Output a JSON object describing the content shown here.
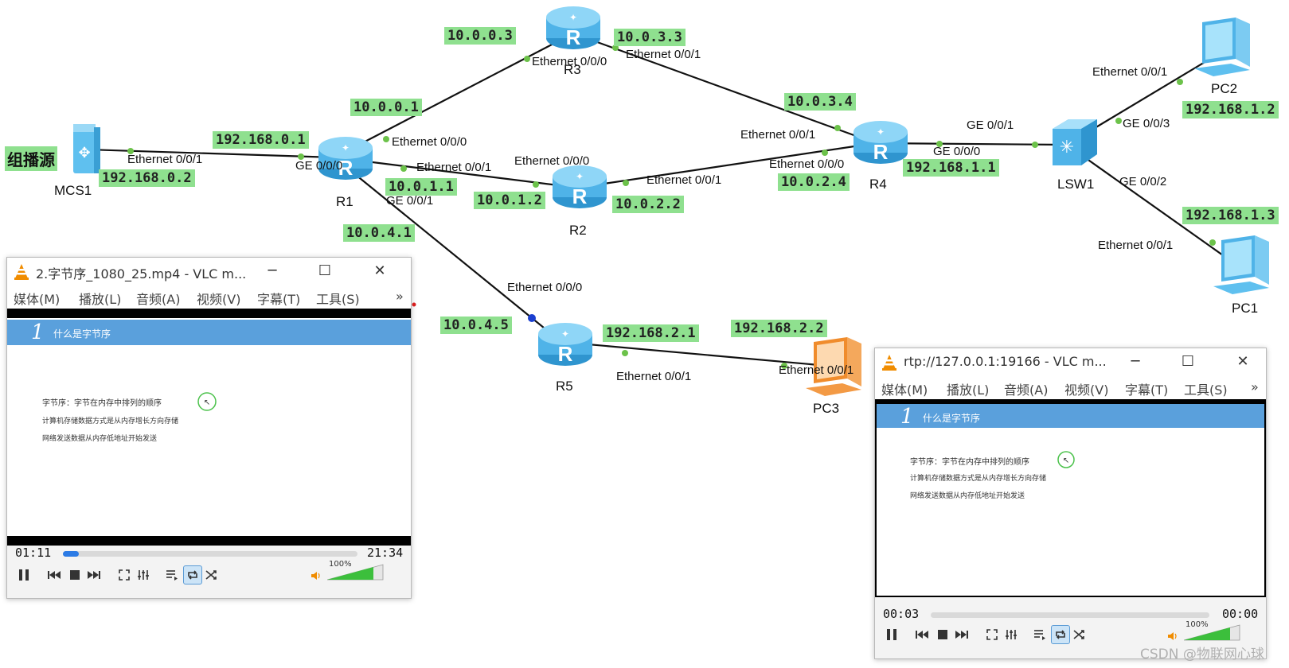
{
  "topology": {
    "multicast_source_label": "组播源",
    "devices": {
      "mcs1": "MCS1",
      "r1": "R1",
      "r2": "R2",
      "r3": "R3",
      "r4": "R4",
      "r5": "R5",
      "lsw1": "LSW1",
      "pc1": "PC1",
      "pc2": "PC2",
      "pc3": "PC3"
    },
    "ips": {
      "r3_e0": "10.0.0.3",
      "r3_e1": "10.0.3.3",
      "r1_e0": "10.0.0.1",
      "r4_e1": "10.0.3.4",
      "r1_g0": "192.168.0.1",
      "mcs1": "192.168.0.2",
      "r1_e1": "10.0.1.1",
      "r2_e0": "10.0.1.2",
      "r2_e1": "10.0.2.2",
      "r4_e0": "10.0.2.4",
      "r4_g0": "192.168.1.1",
      "pc2": "192.168.1.2",
      "pc1": "192.168.1.3",
      "r1_g1": "10.0.4.1",
      "r5_e0": "10.0.4.5",
      "r5_e1": "192.168.2.1",
      "pc3": "192.168.2.2"
    },
    "ports": {
      "r3_e000": "Ethernet 0/0/0",
      "r3_e001": "Ethernet 0/0/1",
      "mcs1_e001": "Ethernet 0/0/1",
      "r1_ge000": "GE 0/0/0",
      "r1_e000": "Ethernet 0/0/0",
      "r1_e001": "Ethernet 0/0/1",
      "r1_ge001": "GE 0/0/1",
      "r2_e000": "Ethernet 0/0/0",
      "r2_e001": "Ethernet 0/0/1",
      "r4_e001": "Ethernet 0/0/1",
      "r4_e000": "Ethernet 0/0/0",
      "r4_ge001": "GE 0/0/1",
      "lsw_ge000": "GE 0/0/0",
      "lsw_ge003": "GE 0/0/3",
      "lsw_ge002": "GE 0/0/2",
      "pc2_e001": "Ethernet 0/0/1",
      "pc1_e001": "Ethernet 0/0/1",
      "r5_e000": "Ethernet 0/0/0",
      "r5_e001": "Ethernet 0/0/1",
      "pc3_e001": "Ethernet 0/0/1"
    }
  },
  "vlc_left": {
    "title": "2.字节序_1080_25.mp4 - VLC m...",
    "menus": [
      "媒体(M)",
      "播放(L)",
      "音频(A)",
      "视频(V)",
      "字幕(T)",
      "工具(S)"
    ],
    "overflow": "»",
    "slide": {
      "number": "1",
      "heading": "什么是字节序",
      "lines": [
        "字节序：字节在内存中排列的顺序",
        "计算机存储数据方式是从内存增长方向存储",
        "网络发送数据从内存低地址开始发送"
      ]
    },
    "time_elapsed": "01:11",
    "time_total": "21:34",
    "progress": 0.055,
    "volume": "100%"
  },
  "vlc_right": {
    "title": "rtp://127.0.0.1:19166 - VLC m...",
    "menus": [
      "媒体(M)",
      "播放(L)",
      "音频(A)",
      "视频(V)",
      "字幕(T)",
      "工具(S)"
    ],
    "overflow": "»",
    "slide": {
      "number": "1",
      "heading": "什么是字节序",
      "lines": [
        "字节序：字节在内存中排列的顺序",
        "计算机存储数据方式是从内存增长方向存储",
        "网络发送数据从内存低地址开始发送"
      ]
    },
    "time_elapsed": "00:03",
    "time_total": "00:00",
    "progress": 0,
    "volume": "100%"
  },
  "watermark": "CSDN @物联网心球",
  "colors": {
    "label_bg": "#8fe08f",
    "router_blue": "#4fb3e8",
    "vlc_orange": "#f08c00",
    "slide_header": "#5aa0dc",
    "progress_blue": "#2c7be5",
    "volume_green": "#3cbf3c"
  }
}
